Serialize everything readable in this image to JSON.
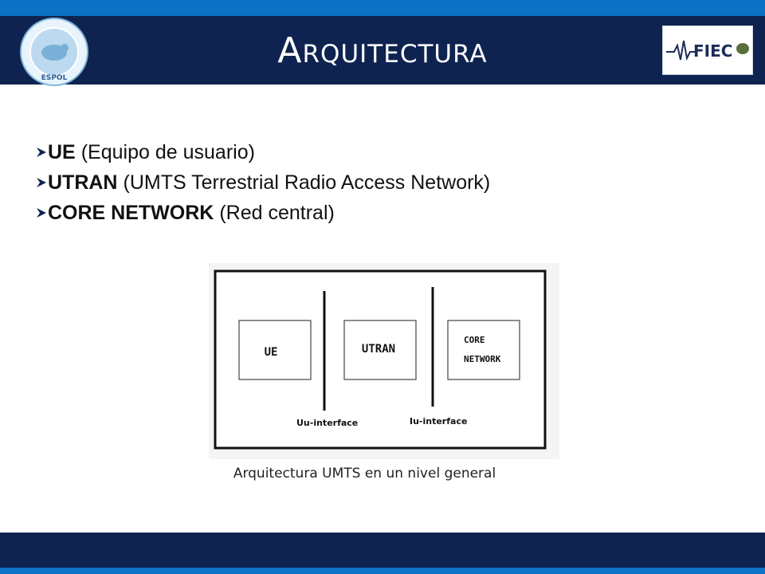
{
  "slide": {
    "title": "Arquitectura",
    "logo_text": "FIEC",
    "seal_text": "ESPOL"
  },
  "bullets": [
    {
      "bold": "UE",
      "text": "(Equipo de usuario)"
    },
    {
      "bold": "UTRAN",
      "text": "(UMTS Terrestrial Radio Access Network)"
    },
    {
      "bold": "CORE NETWORK",
      "text": "(Red central)"
    }
  ],
  "diagram": {
    "blocks": [
      "UE",
      "UTRAN",
      "CORE",
      "NETWORK"
    ],
    "interfaces": [
      "Uu-interface",
      "Iu-interface"
    ],
    "caption": "Arquitectura UMTS en un nivel general"
  },
  "colors": {
    "header": "#0e2350",
    "accent_strip": "#0b72c6",
    "bullet_arrow": "#0e2350"
  }
}
